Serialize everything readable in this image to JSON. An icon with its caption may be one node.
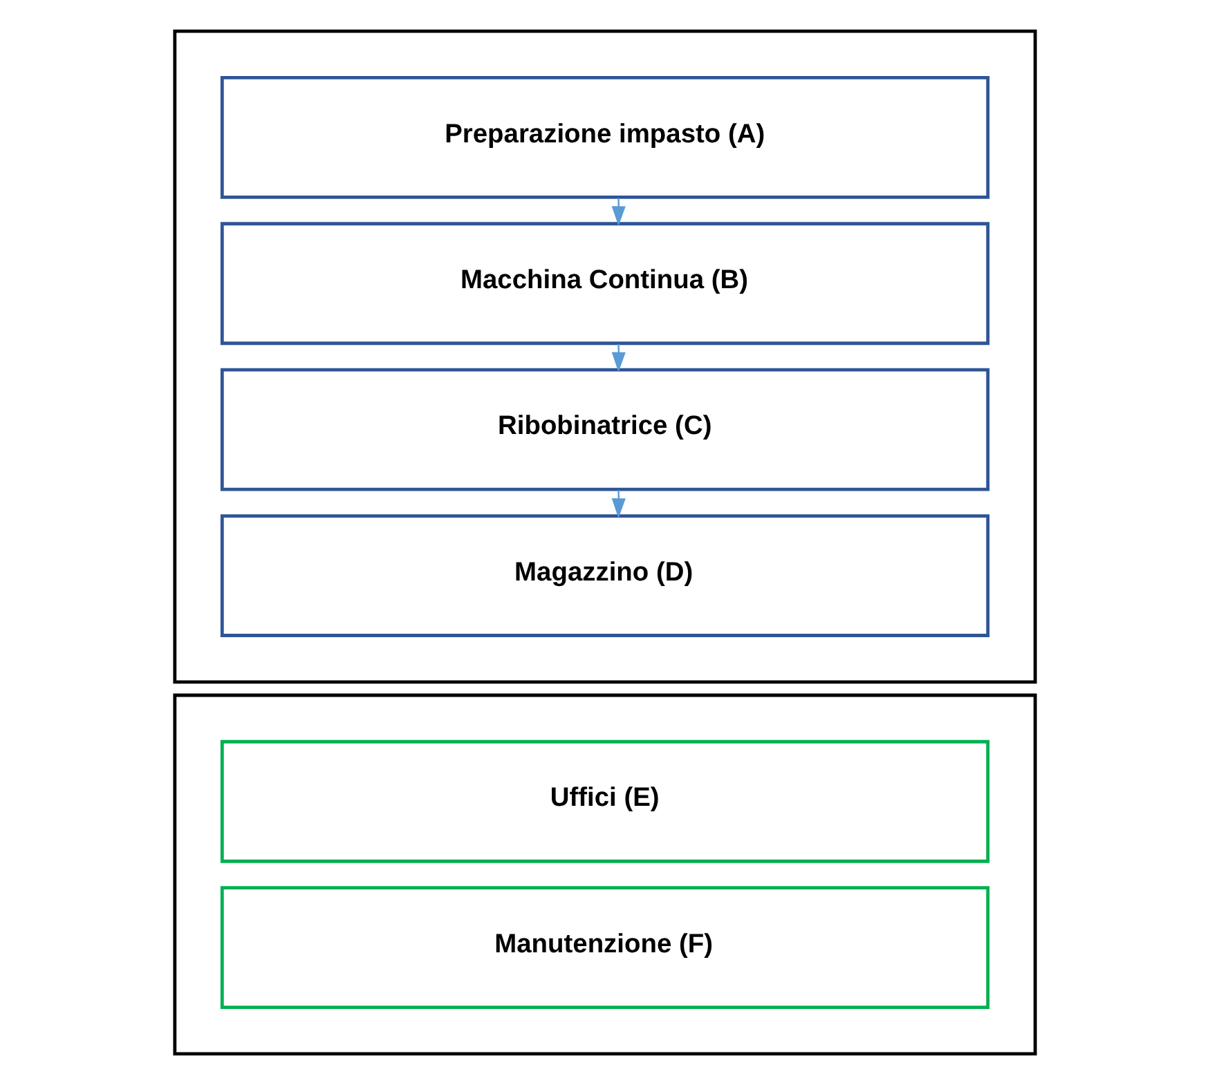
{
  "diagram": {
    "nodes": [
      {
        "text": [],
        "shape": "box"
      },
      {
        "text": [
          "Preparazione impasto (A)"
        ],
        "in": 0
      },
      {
        "text": [
          "Macchina Continua (B)"
        ],
        "in": 0
      },
      {
        "text": [
          "Ribobinatrice (C)"
        ],
        "in": 0
      },
      {
        "text": [
          "Magazzino (D)"
        ],
        "in": 0
      },
      {
        "text": [],
        "shape": "box"
      },
      {
        "text": [
          "Uffici (E)"
        ],
        "in": 5
      },
      {
        "text": [
          "Manutenzione (F)"
        ],
        "in": 5
      }
    ],
    "edges": [
      {
        "from": 1,
        "to": 2,
        "arrow": "to"
      },
      {
        "from": 2,
        "to": 3,
        "arrow": "to"
      },
      {
        "from": 3,
        "to": 4,
        "arrow": "to"
      }
    ]
  }
}
